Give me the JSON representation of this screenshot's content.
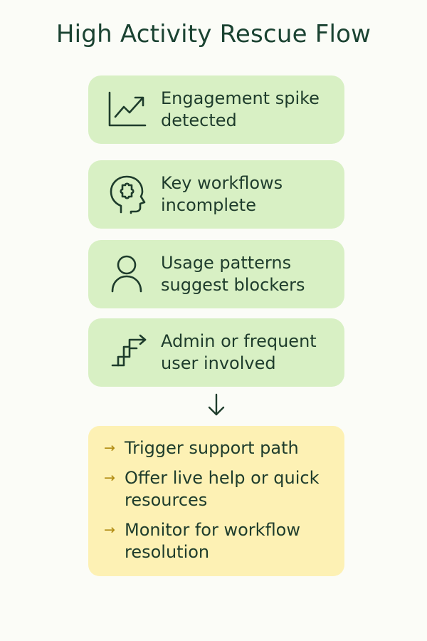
{
  "title": "High Activity Rescue Flow",
  "steps": [
    {
      "icon": "trend-up-chart-icon",
      "label": "Engagement spike detected"
    },
    {
      "icon": "head-puzzle-icon",
      "label": "Key workflows incomplete"
    },
    {
      "icon": "user-icon",
      "label": "Usage patterns suggest blockers"
    },
    {
      "icon": "stairs-arrow-icon",
      "label": "Admin or frequent user involved"
    }
  ],
  "connector_icon": "arrow-down-icon",
  "actions": {
    "bullet": "→",
    "items": [
      "Trigger support path",
      "Offer live help or quick resources",
      "Monitor for workflow resolution"
    ]
  },
  "colors": {
    "background": "#fbfcf7",
    "step_fill": "#d8f0c4",
    "action_fill": "#fdf1b4",
    "text": "#1e3c2c",
    "title": "#1b4332",
    "bullet": "#b08a10"
  }
}
